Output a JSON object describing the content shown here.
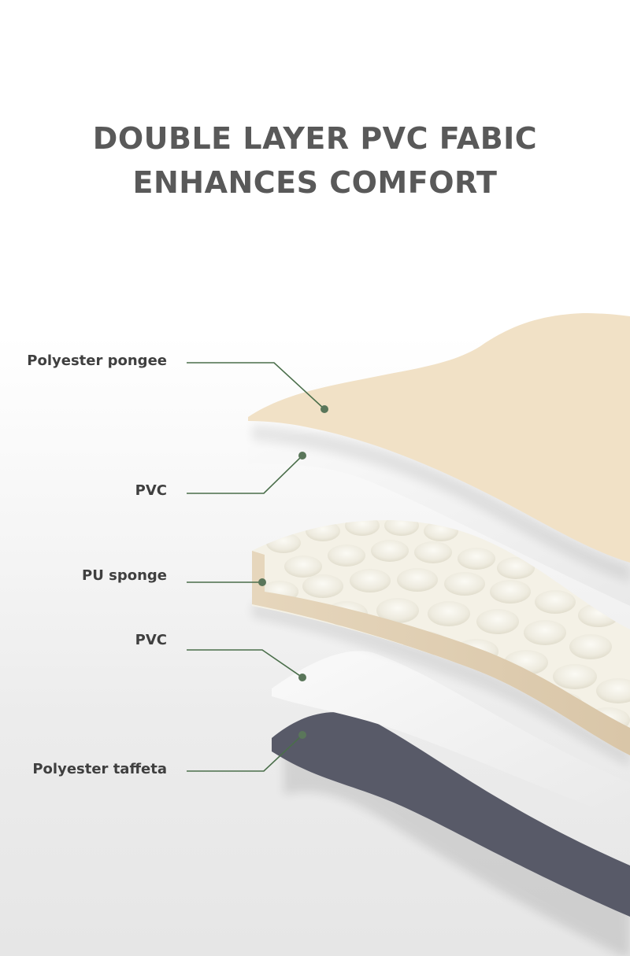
{
  "title": {
    "line1": "DOUBLE LAYER PVC FABIC",
    "line2": "ENHANCES COMFORT"
  },
  "layers": [
    {
      "label": "Polyester pongee"
    },
    {
      "label": "PVC"
    },
    {
      "label": "PU sponge"
    },
    {
      "label": "PVC"
    },
    {
      "label": "Polyester taffeta"
    }
  ],
  "colors": {
    "title": "#595959",
    "label": "#3f3f3f",
    "leader": "#4a6e4a",
    "pongee": "#f1e1c6",
    "pvc": "#f2f2f2",
    "sponge_side": "#e2d1b6",
    "sponge_top": "#f7f5ec",
    "taffeta": "#585a68"
  }
}
